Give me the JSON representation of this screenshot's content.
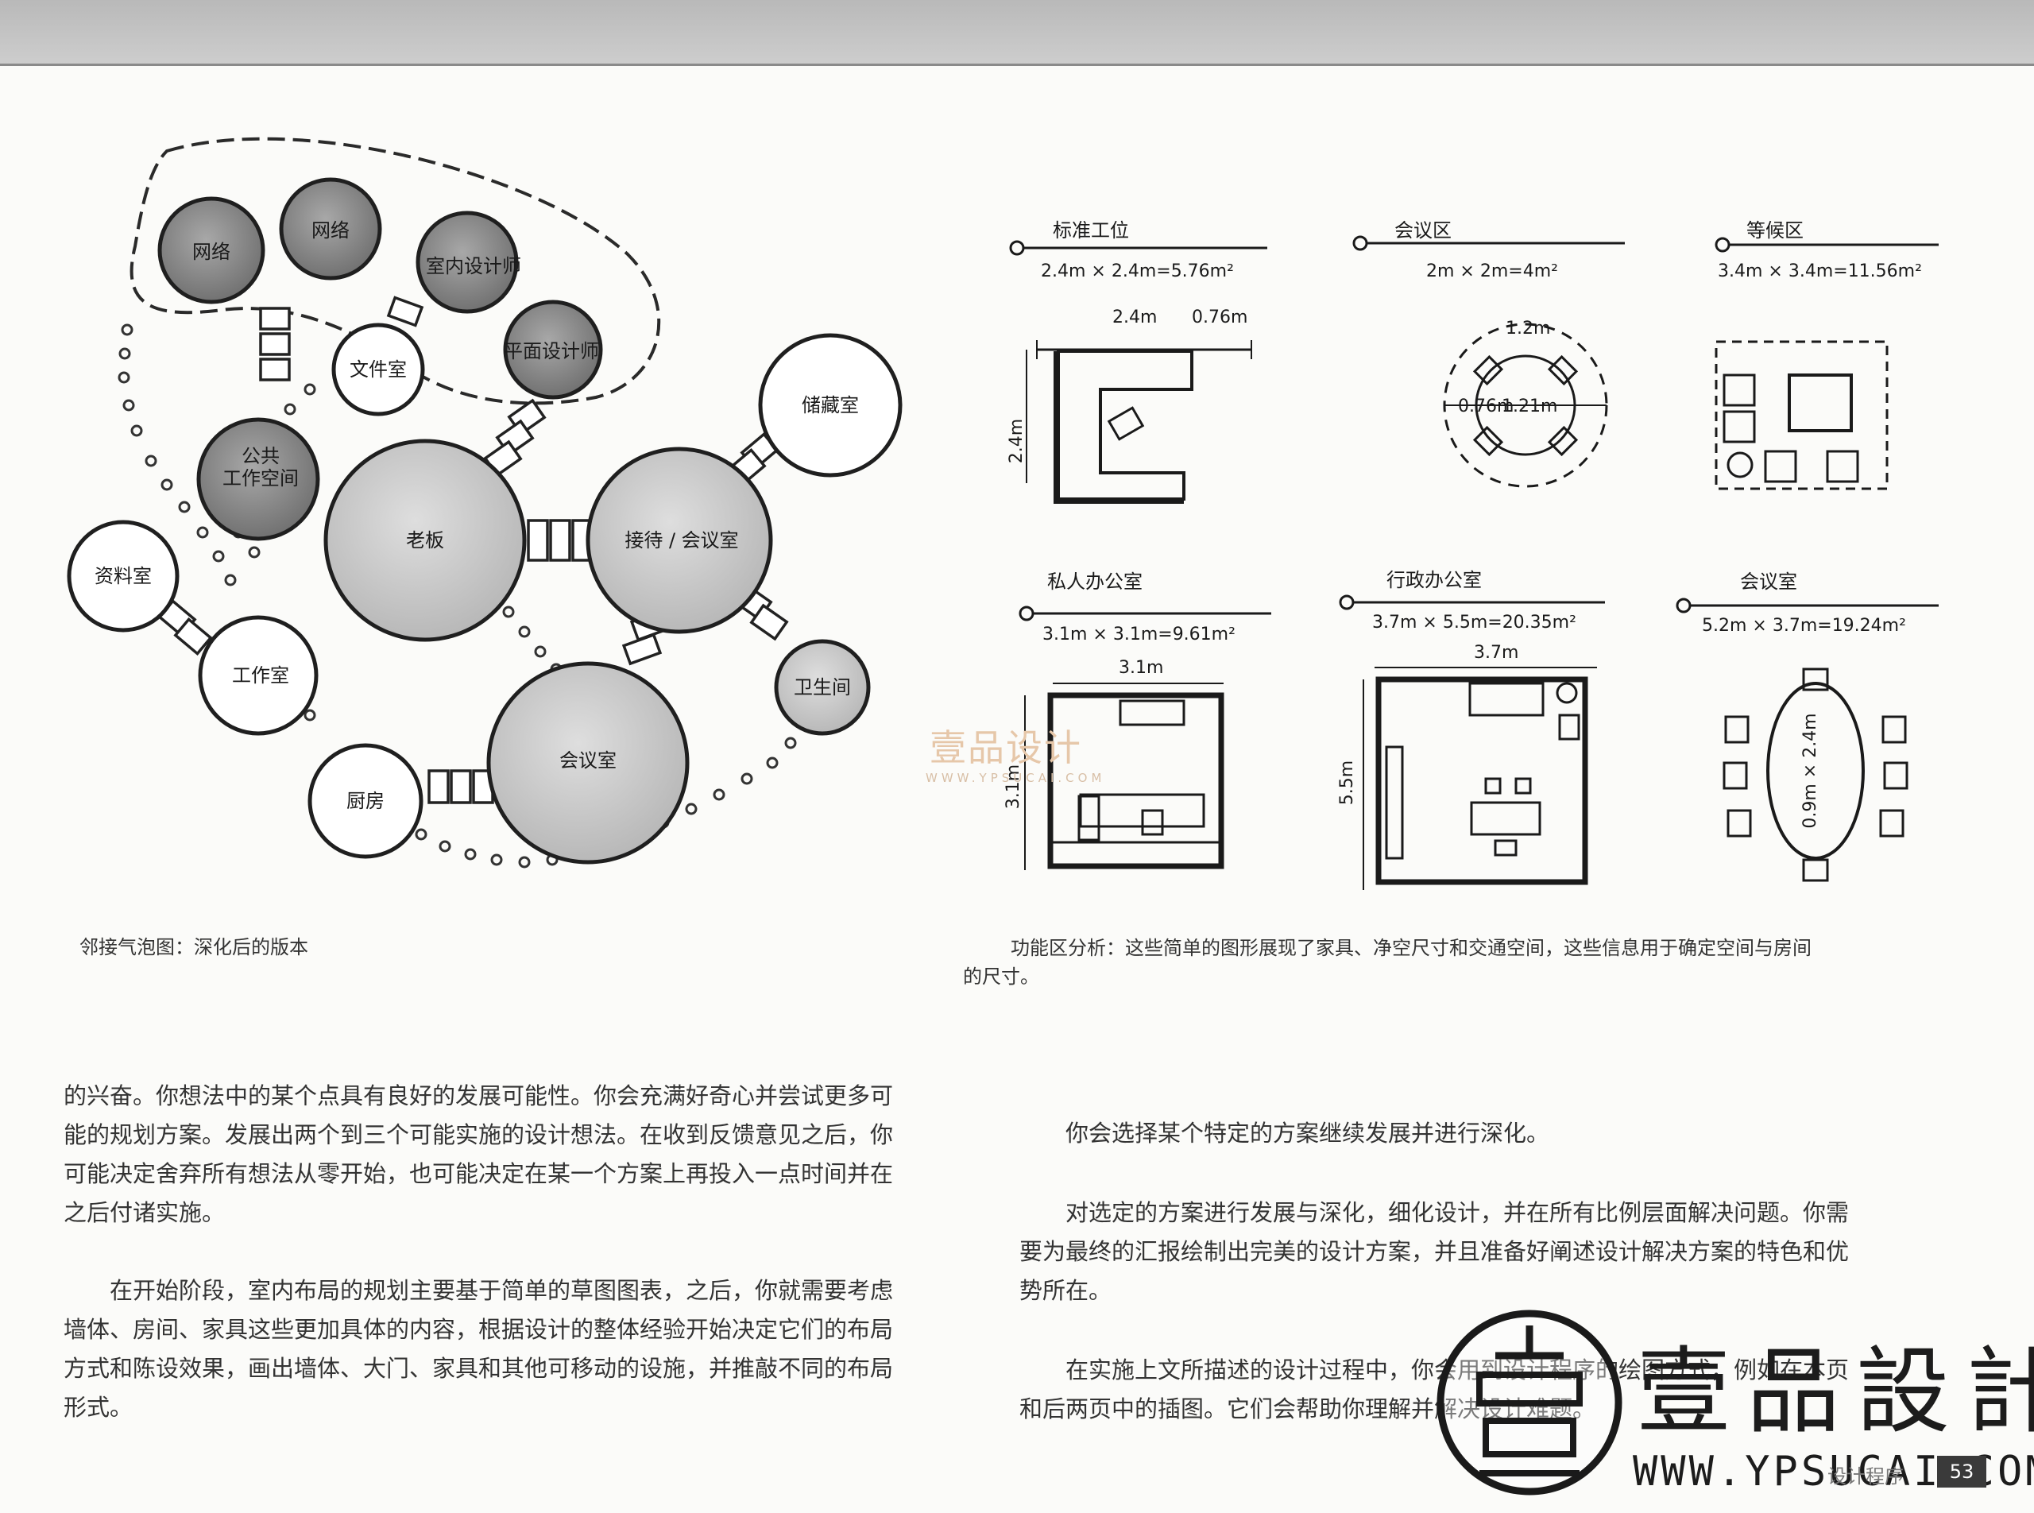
{
  "bubble_diagram": {
    "caption": "邻接气泡图：深化后的版本",
    "rooms": {
      "network1": "网络",
      "network2": "网络",
      "interior_designer": "室内设计师",
      "graphic_designer": "平面设计师",
      "file_room": "文件室",
      "public_workspace_1": "公共",
      "public_workspace_2": "工作空间",
      "boss": "老板",
      "reception_meeting": "接待 / 会议室",
      "storage": "储藏室",
      "archive": "资料室",
      "studio": "工作室",
      "toilet": "卫生间",
      "meeting_room": "会议室",
      "kitchen": "厨房"
    }
  },
  "zones": {
    "caption_line1": "功能区分析：这些简单的图形展现了家具、净空尺寸和交通空间，这些信息用于确定空间与房间",
    "caption_line2": "的尺寸。",
    "items": [
      {
        "title": "标准工位",
        "area": "2.4m × 2.4m=5.76m²",
        "dims": [
          "2.4m",
          "0.76m",
          "2.4m"
        ]
      },
      {
        "title": "会议区",
        "area": "2m × 2m=4m²",
        "dims": [
          "1.2m",
          "0.76m",
          "1.21m"
        ]
      },
      {
        "title": "等候区",
        "area": "3.4m × 3.4m=11.56m²",
        "dims": []
      },
      {
        "title": "私人办公室",
        "area": "3.1m × 3.1m=9.61m²",
        "dims": [
          "3.1m",
          "3.1m"
        ]
      },
      {
        "title": "行政办公室",
        "area": "3.7m × 5.5m=20.35m²",
        "dims": [
          "3.7m",
          "5.5m"
        ]
      },
      {
        "title": "会议室",
        "area": "5.2m × 3.7m=19.24m²",
        "dims": [
          "0.9m × 2.4m"
        ]
      }
    ]
  },
  "watermark": {
    "text": "壹品设计",
    "url": "WWW.YPSUCAI.COM"
  },
  "body": {
    "left_p1": [
      "的兴奋。你想法中的某个点具有良好的发展可能性。你会充满好奇心并尝试更多可",
      "能的规划方案。发展出两个到三个可能实施的设计想法。在收到反馈意见之后，你",
      "可能决定舍弃所有想法从零开始，也可能决定在某一个方案上再投入一点时间并在",
      "之后付诸实施。"
    ],
    "left_p2": [
      "　　在开始阶段，室内布局的规划主要基于简单的草图图表，之后，你就需要考虑",
      "墙体、房间、家具这些更加具体的内容，根据设计的整体经验开始决定它们的布局",
      "方式和陈设效果，画出墙体、大门、家具和其他可移动的设施，并推敲不同的布局",
      "形式。"
    ],
    "right_p1": [
      "　　你会选择某个特定的方案继续发展并进行深化。"
    ],
    "right_p2": [
      "　　对选定的方案进行发展与深化，细化设计，并在所有比例层面解决问题。你需",
      "要为最终的汇报绘制出完美的设计方案，并且准备好阐述设计解决方案的特色和优",
      "势所在。"
    ],
    "right_p3": [
      "　　在实施上文所描述的设计过程中，你会用到设计程序的绘图方式，例如在本页",
      "和后两页中的插图。它们会帮助你理解并解决设计难题。"
    ]
  },
  "logo": {
    "title": "壹品設計",
    "url": "WWW.YPSUCAI.COM"
  },
  "footer": {
    "label": "设计程序",
    "page": "53"
  }
}
